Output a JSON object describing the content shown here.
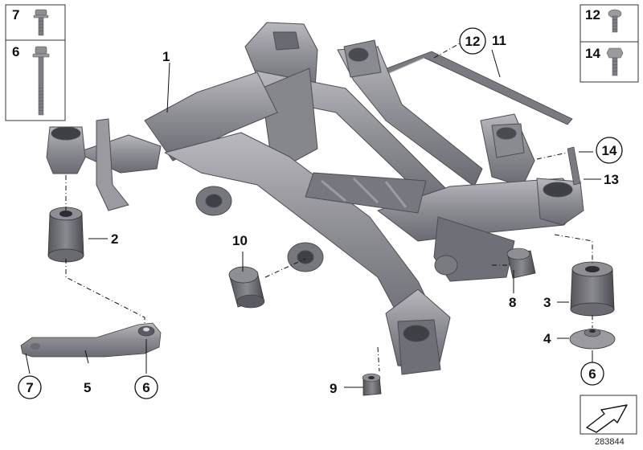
{
  "diagram": {
    "reference_number": "283844",
    "callouts": {
      "c1": "1",
      "c2": "2",
      "c3": "3",
      "c4": "4",
      "c5": "5",
      "c6_left": "6",
      "c6_right": "6",
      "c7": "7",
      "c8": "8",
      "c9": "9",
      "c10": "10",
      "c11": "11",
      "c12": "12",
      "c13": "13",
      "c14": "14"
    },
    "inset_left": {
      "top": "7",
      "bottom": "6"
    },
    "inset_right": {
      "top": "12",
      "bottom": "14"
    },
    "colors": {
      "part_fill": "#8e8e94",
      "part_dark": "#5f5f66",
      "part_light": "#b4b4ba",
      "line": "#111111"
    },
    "icons": [
      "bolt-icon",
      "nut-icon",
      "direction-arrow-icon"
    ]
  }
}
